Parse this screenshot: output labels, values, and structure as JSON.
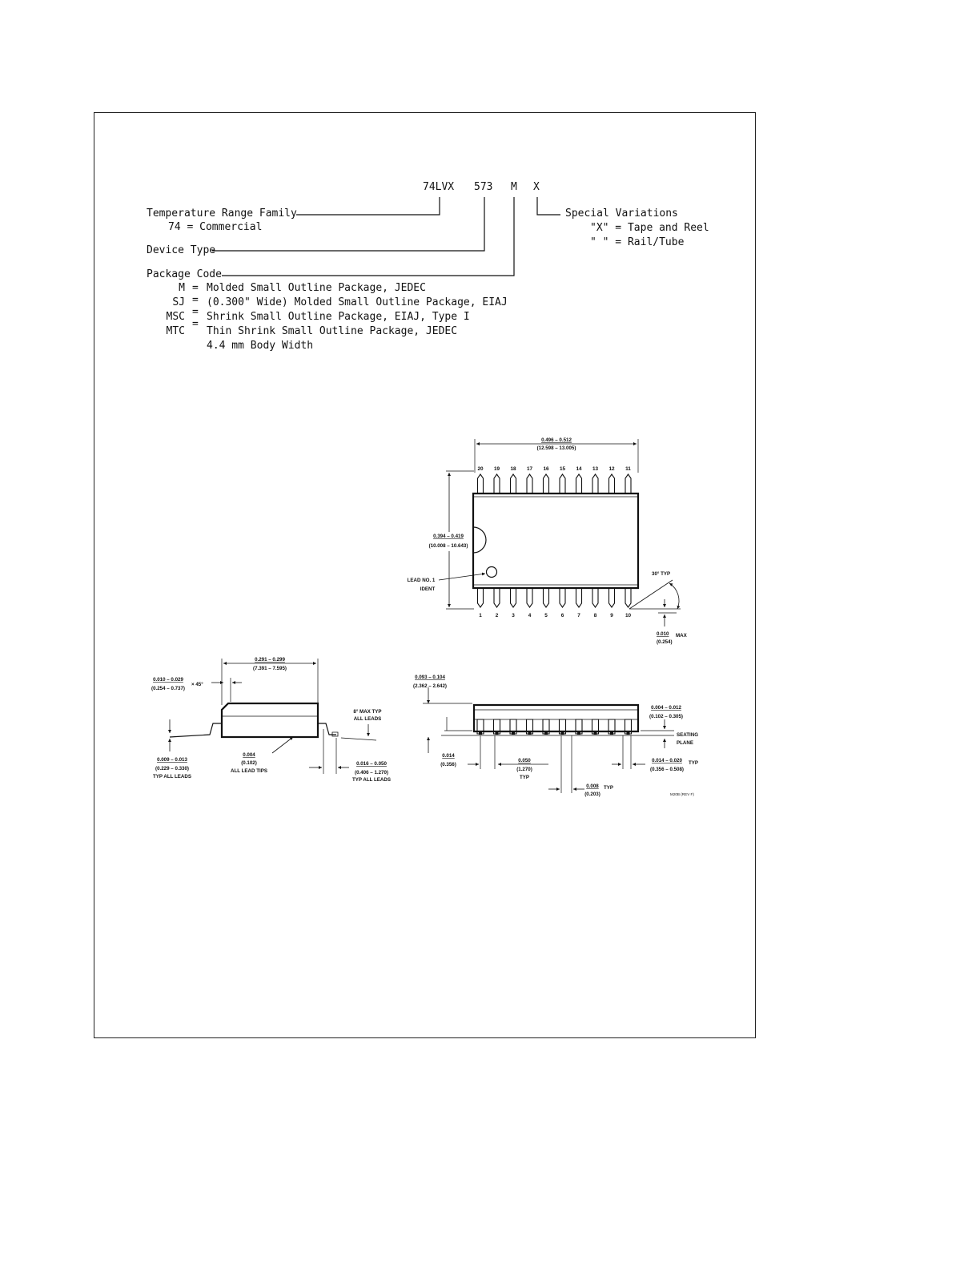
{
  "ordering": {
    "part": {
      "family": "74LVX",
      "device": "573",
      "package": "M",
      "variation": "X"
    },
    "temperature": {
      "label": "Temperature Range Family",
      "detail": "74 = Commercial"
    },
    "device_type": {
      "label": "Device Type"
    },
    "package_code": {
      "label": "Package Code",
      "codes": [
        {
          "code": "M",
          "desc": "Molded Small Outline Package, JEDEC"
        },
        {
          "code": "SJ",
          "desc": "(0.300\" Wide) Molded Small Outline Package, EIAJ"
        },
        {
          "code": "MSC",
          "desc": "Shrink Small Outline Package, EIAJ, Type I"
        },
        {
          "code": "MTC",
          "desc": "Thin Shrink Small Outline Package, JEDEC"
        }
      ],
      "extra": "4.4 mm Body Width"
    },
    "special": {
      "label": "Special Variations",
      "opt1": "\"X\" = Tape and Reel",
      "opt2": "\" \" = Rail/Tube"
    }
  },
  "drawing": {
    "top_view": {
      "length": {
        "in": "0.496 – 0.512",
        "mm": "(12.598 – 13.005)"
      },
      "width": {
        "in": "0.394 – 0.419",
        "mm": "(10.008 – 10.643)"
      },
      "pins_top": [
        "20",
        "19",
        "18",
        "17",
        "16",
        "15",
        "14",
        "13",
        "12",
        "11"
      ],
      "pins_bottom": [
        "1",
        "2",
        "3",
        "4",
        "5",
        "6",
        "7",
        "8",
        "9",
        "10"
      ],
      "lead1_line1": "LEAD NO. 1",
      "lead1_line2": "IDENT",
      "angle": "30° TYP",
      "flat": {
        "in": "0.010",
        "mm": "(0.254)",
        "suffix": "MAX"
      }
    },
    "end_view": {
      "body_width": {
        "in": "0.291 – 0.299",
        "mm": "(7.391 – 7.595)"
      },
      "chamfer": {
        "in": "0.010 – 0.029",
        "mm": "(0.254 – 0.737)",
        "suffix": "× 45°"
      },
      "lead_angle": {
        "l1": "8° MAX TYP",
        "l2": "ALL LEADS"
      },
      "lead_thick": {
        "in": "0.009 – 0.013",
        "mm": "(0.229 – 0.330)",
        "note": "TYP ALL LEADS"
      },
      "lead_tips": {
        "in": "0.004",
        "mm": "(0.102)",
        "note": "ALL LEAD TIPS"
      },
      "foot": {
        "in": "0.016 – 0.050",
        "mm": "(0.406 – 1.270)",
        "note": "TYP ALL LEADS"
      }
    },
    "side_view": {
      "height": {
        "in": "0.093 – 0.104",
        "mm": "(2.362 – 2.642)"
      },
      "standoff": {
        "in": "0.004 – 0.012",
        "mm": "(0.102 – 0.305)"
      },
      "seating_l1": "SEATING",
      "seating_l2": "PLANE",
      "base": {
        "in": "0.014",
        "mm": "(0.356)"
      },
      "pitch": {
        "in": "0.050",
        "mm": "(1.270)",
        "note": "TYP"
      },
      "lead_width": {
        "in": "0.014 – 0.020",
        "mm": "(0.356 – 0.508)",
        "suffix": "TYP"
      },
      "lead_dim": {
        "in": "0.008",
        "mm": "(0.203)",
        "suffix": "TYP"
      },
      "drawing_id": "M20B (REV F)"
    }
  }
}
